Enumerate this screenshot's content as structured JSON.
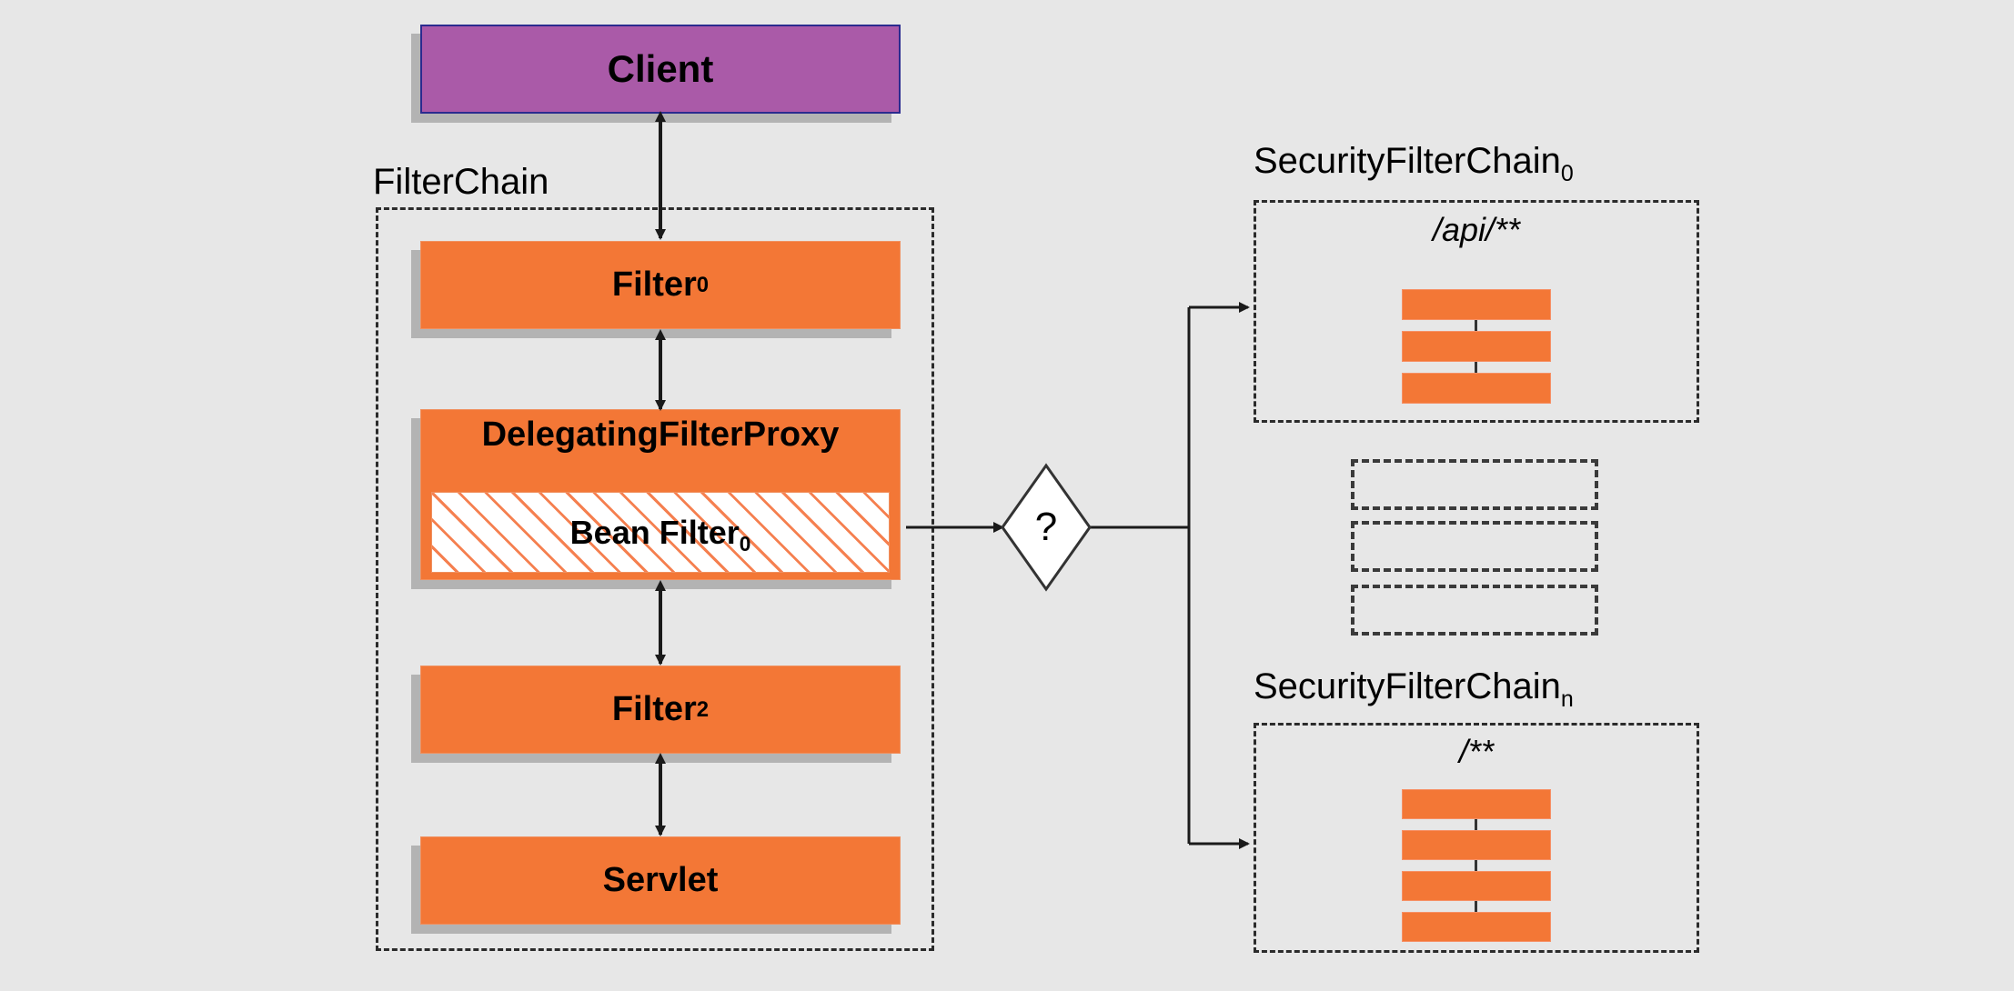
{
  "background_color": "#e7e7e7",
  "colors": {
    "orange": "#f37736",
    "purple": "#aa5aa8",
    "purple_border": "#2b2b8f",
    "shadow": "#b3b3b3",
    "dashed_border": "#2b2b2b",
    "hatch_line": "#f58050",
    "connector": "#1a1a1a"
  },
  "client": {
    "label": "Client"
  },
  "filter_chain": {
    "group_label": "FilterChain",
    "nodes": [
      {
        "label": "Filter",
        "subscript": "0"
      },
      {
        "label": "DelegatingFilterProxy",
        "subscript": ""
      },
      {
        "label": "Filter",
        "subscript": "2"
      },
      {
        "label": "Servlet",
        "subscript": ""
      }
    ],
    "bean_filter": {
      "label": "Bean Filter",
      "subscript": "0"
    }
  },
  "decision": {
    "label": "?"
  },
  "security_chains": [
    {
      "group_label": "SecurityFilterChain",
      "subscript": "0",
      "path_pattern": "/api/**",
      "filter_count": 3
    },
    {
      "group_label": "SecurityFilterChain",
      "subscript": "n",
      "path_pattern": "/**",
      "filter_count": 4
    }
  ],
  "placeholders": {
    "count": 3,
    "label": ""
  }
}
